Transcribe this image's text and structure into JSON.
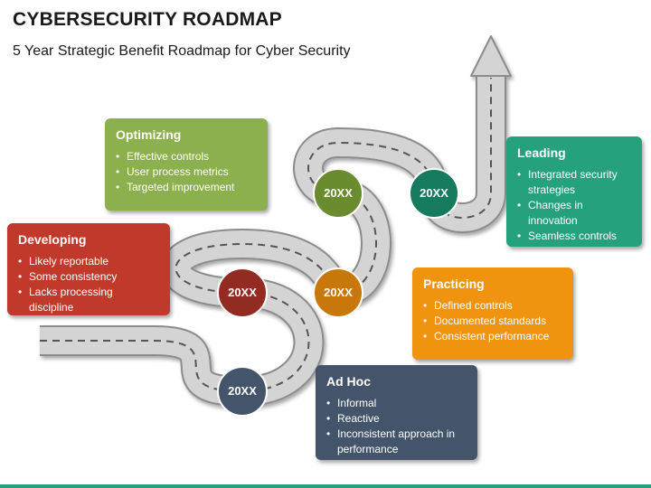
{
  "title": "CYBERSECURITY ROADMAP",
  "subtitle": "5 Year Strategic Benefit Roadmap for Cyber Security",
  "stages": [
    {
      "name": "Ad Hoc",
      "year": "20XX",
      "color": "#44546a",
      "items": [
        "Informal",
        "Reactive",
        "Inconsistent approach in performance"
      ]
    },
    {
      "name": "Developing",
      "year": "20XX",
      "color": "#c0392b",
      "items": [
        "Likely reportable",
        "Some consistency",
        "Lacks processing discipline"
      ]
    },
    {
      "name": "Practicing",
      "year": "20XX",
      "color": "#f0930f",
      "items": [
        "Defined controls",
        "Documented standards",
        "Consistent performance"
      ]
    },
    {
      "name": "Optimizing",
      "year": "20XX",
      "color": "#8cb04d",
      "items": [
        "Effective controls",
        "User process metrics",
        "Targeted improvement"
      ]
    },
    {
      "name": "Leading",
      "year": "20XX",
      "color": "#26a17e",
      "items": [
        "Integrated security strategies",
        "Changes in innovation",
        "Seamless controls"
      ]
    }
  ]
}
